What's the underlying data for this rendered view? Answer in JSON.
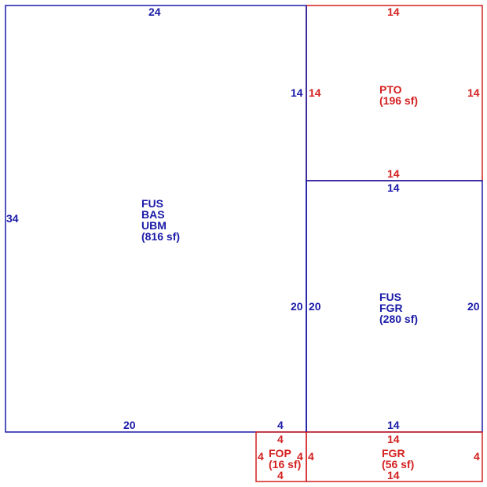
{
  "areas": {
    "main": {
      "lines": [
        "FUS",
        "BAS",
        "UBM",
        "(816 sf)"
      ],
      "color": "#1a1aa8"
    },
    "pto": {
      "lines": [
        "PTO",
        "(196 sf)"
      ],
      "color": "#d42020"
    },
    "garage": {
      "lines": [
        "FUS",
        "FGR",
        "(280 sf)"
      ],
      "color": "#1a1aa8"
    },
    "fop": {
      "lines": [
        "FOP",
        "(16 sf)"
      ],
      "color": "#d42020"
    },
    "fgr": {
      "lines": [
        "FGR",
        "(56 sf)"
      ],
      "color": "#d42020"
    }
  },
  "dimensions": {
    "main_top": "24",
    "main_left": "34",
    "main_bottom_left": "20",
    "main_bottom_right": "4",
    "main_right_upper": "14",
    "main_right_lower": "20",
    "pto_top": "14",
    "pto_left": "14",
    "pto_right": "14",
    "pto_bottom": "14",
    "garage_top": "14",
    "garage_left": "20",
    "garage_right": "20",
    "garage_bottom": "14",
    "fop_top": "4",
    "fop_left": "4",
    "fop_right": "4",
    "fop_bottom": "4",
    "fgr_top": "14",
    "fgr_left": "4",
    "fgr_right": "4",
    "fgr_bottom": "14"
  },
  "colors": {
    "living": "#1a1aa8",
    "other": "#d42020"
  }
}
